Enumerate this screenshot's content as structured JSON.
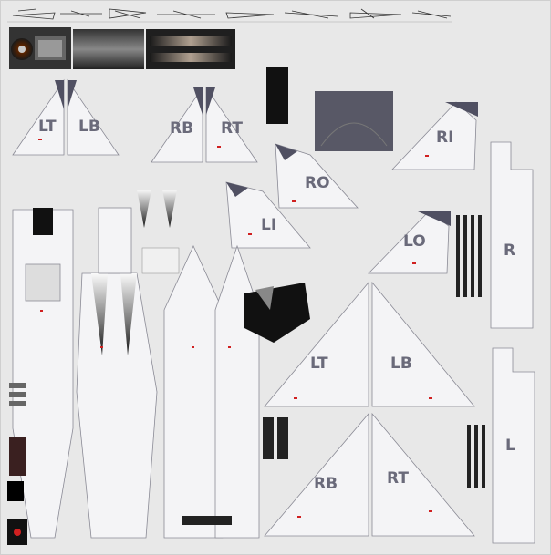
{
  "texture": {
    "panel_labels": {
      "top_wing_left_top": "LT",
      "top_wing_left_bottom": "LB",
      "top_wing_right_bottom": "RB",
      "top_wing_right_top": "RT",
      "tail_right_inner": "RI",
      "tail_right_outer": "RO",
      "tail_left_inner": "LI",
      "tail_left_outer": "LO",
      "pylon_right": "R",
      "pylon_left": "L",
      "main_wing_left_top": "LT",
      "main_wing_left_bottom": "LB",
      "main_wing_right_bottom": "RB",
      "main_wing_right_top": "RT"
    },
    "colors": {
      "sheet": "#e8e8e8",
      "panel": "#f4f4f6",
      "outline": "#8a8a95",
      "label": "#6a6a7a",
      "accent_gray": "#505062",
      "dark": "#111111",
      "warning_red": "#d02020"
    }
  }
}
